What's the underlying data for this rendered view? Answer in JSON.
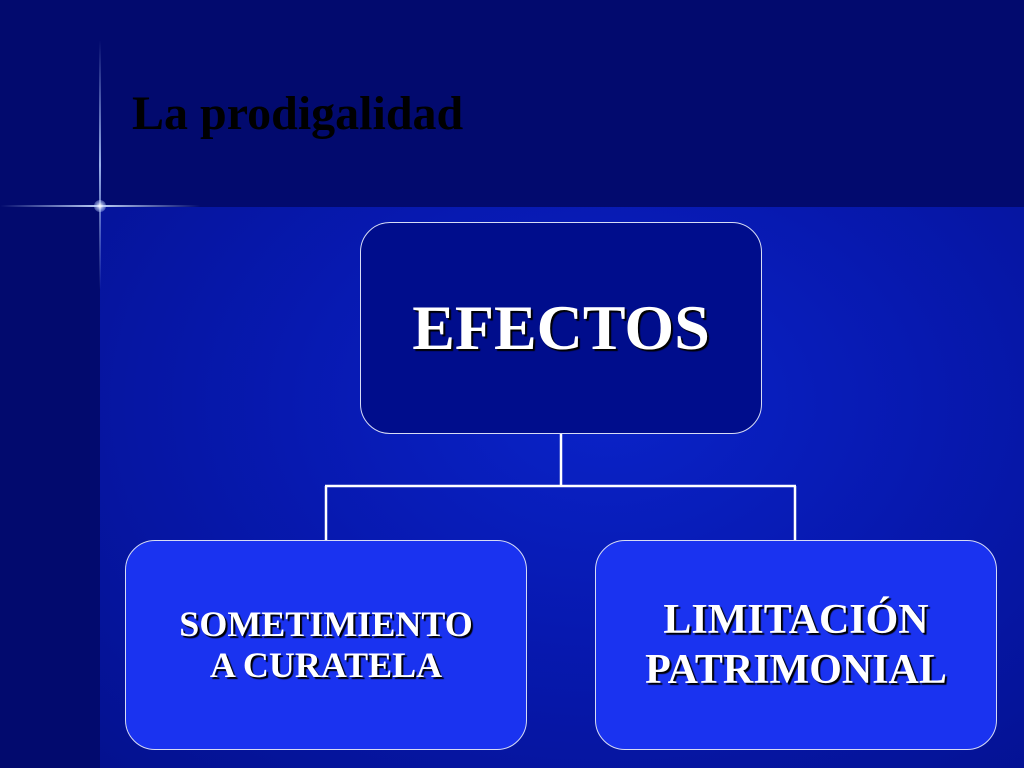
{
  "slide": {
    "title": "La prodigalidad"
  },
  "diagram": {
    "root": {
      "label": "EFECTOS"
    },
    "children": [
      {
        "label": "SOMETIMIENTO\nA CURATELA"
      },
      {
        "label": "LIMITACIÓN\nPATRIMONIAL"
      }
    ]
  },
  "colors": {
    "background": "#020a6e",
    "root_fill": "#000d8c",
    "child_fill": "#1a33f0",
    "border": "#d7dcf5",
    "text": "#ffffff",
    "title_text": "#000000"
  }
}
